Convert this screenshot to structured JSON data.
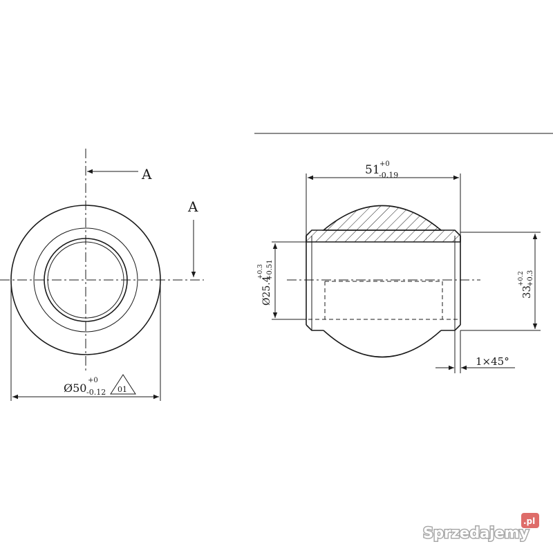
{
  "section_label": "A",
  "dimensions": {
    "outer_diameter": {
      "symbol": "Ø",
      "nominal": "50",
      "upper": "+0",
      "lower": "-0.12"
    },
    "width": {
      "nominal": "51",
      "upper": "+0",
      "lower": "-0.19"
    },
    "bore": {
      "symbol": "Ø",
      "nominal": "25.4",
      "upper": "+0.3",
      "lower": "+0.51"
    },
    "height": {
      "nominal": "33",
      "upper": "+0.2",
      "lower": "+0.3"
    },
    "chamfer": "1×45°"
  },
  "note_triangle": "01",
  "watermark": {
    "brand": "Sprzedajemy",
    "tld": ".pl"
  }
}
